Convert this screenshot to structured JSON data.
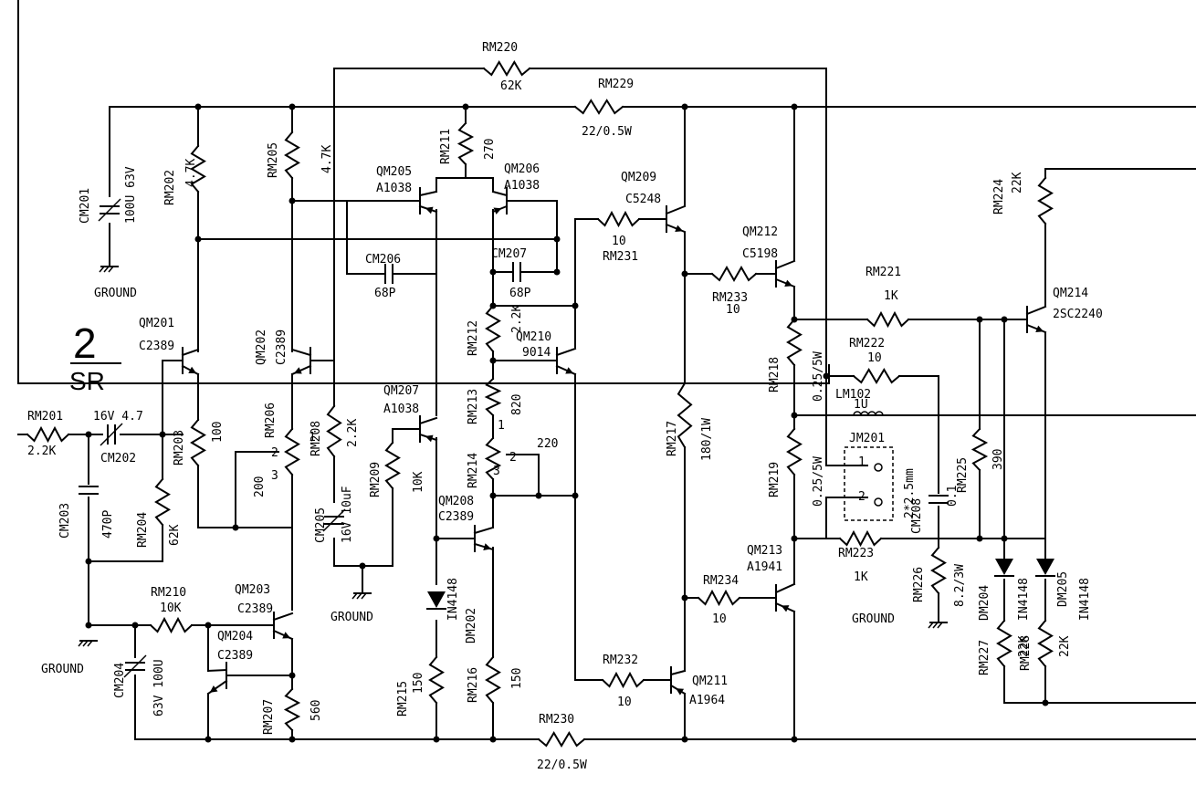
{
  "sheet": {
    "number": "2",
    "channel": "SR"
  },
  "resistors": [
    {
      "ref": "RM201",
      "value": "2.2K"
    },
    {
      "ref": "RM202",
      "value": "4.7K"
    },
    {
      "ref": "RM203",
      "value": "100"
    },
    {
      "ref": "RM204",
      "value": "62K"
    },
    {
      "ref": "RM205",
      "value": "4.7K"
    },
    {
      "ref": "RM206",
      "value": "200"
    },
    {
      "ref": "RM207",
      "value": "560"
    },
    {
      "ref": "RM208",
      "value": "2.2K"
    },
    {
      "ref": "RM209",
      "value": "10K"
    },
    {
      "ref": "RM210",
      "value": "10K"
    },
    {
      "ref": "RM211",
      "value": "270"
    },
    {
      "ref": "RM212",
      "value": "2.2K"
    },
    {
      "ref": "RM213",
      "value": "820"
    },
    {
      "ref": "RM214",
      "value": "220"
    },
    {
      "ref": "RM215",
      "value": "150"
    },
    {
      "ref": "RM216",
      "value": "150"
    },
    {
      "ref": "RM217",
      "value": "180/1W"
    },
    {
      "ref": "RM218",
      "value": "0.25/5W"
    },
    {
      "ref": "RM219",
      "value": "0.25/5W"
    },
    {
      "ref": "RM220",
      "value": "62K"
    },
    {
      "ref": "RM221",
      "value": "1K"
    },
    {
      "ref": "RM222",
      "value": "10"
    },
    {
      "ref": "RM223",
      "value": "1K"
    },
    {
      "ref": "RM224",
      "value": "22K"
    },
    {
      "ref": "RM225",
      "value": "390"
    },
    {
      "ref": "RM226",
      "value": "8.2/3W"
    },
    {
      "ref": "RM227",
      "value": "22K"
    },
    {
      "ref": "RM228",
      "value": "22K"
    },
    {
      "ref": "RM229",
      "value": "22/0.5W"
    },
    {
      "ref": "RM230",
      "value": "22/0.5W"
    },
    {
      "ref": "RM231",
      "value": "10"
    },
    {
      "ref": "RM232",
      "value": "10"
    },
    {
      "ref": "RM233",
      "value": "10"
    },
    {
      "ref": "RM234",
      "value": "10"
    }
  ],
  "capacitors": [
    {
      "ref": "CM201",
      "value": "100U 63V"
    },
    {
      "ref": "CM202",
      "value": "16V 4.7"
    },
    {
      "ref": "CM203",
      "value": "470P"
    },
    {
      "ref": "CM204",
      "value": "63V 100U"
    },
    {
      "ref": "CM205",
      "value": "16V 10uF"
    },
    {
      "ref": "CM206",
      "value": "68P"
    },
    {
      "ref": "CM207",
      "value": "68P"
    },
    {
      "ref": "CM208",
      "value": "0.1"
    }
  ],
  "transistors": [
    {
      "ref": "QM201",
      "part": "C2389"
    },
    {
      "ref": "QM202",
      "part": "C2389"
    },
    {
      "ref": "QM203",
      "part": "C2389"
    },
    {
      "ref": "QM204",
      "part": "C2389"
    },
    {
      "ref": "QM205",
      "part": "A1038"
    },
    {
      "ref": "QM206",
      "part": "A1038"
    },
    {
      "ref": "QM207",
      "part": "A1038"
    },
    {
      "ref": "QM208",
      "part": "C2389"
    },
    {
      "ref": "QM209",
      "part": "C5248"
    },
    {
      "ref": "QM210",
      "part": "9014"
    },
    {
      "ref": "QM211",
      "part": "A1964"
    },
    {
      "ref": "QM212",
      "part": "C5198"
    },
    {
      "ref": "QM213",
      "part": "A1941"
    },
    {
      "ref": "QM214",
      "part": "2SC2240"
    }
  ],
  "diodes": [
    {
      "ref": "DM202",
      "part": "IN4148"
    },
    {
      "ref": "DM204",
      "part": "IN4148"
    },
    {
      "ref": "DM205",
      "part": "IN4148"
    }
  ],
  "inductor": {
    "ref": "LM102",
    "value": "1U"
  },
  "jumper": {
    "ref": "JM201",
    "size": "2*2.5mm",
    "pin1": "1",
    "pin2": "2"
  },
  "ground_label": "GROUND",
  "pot_pins": {
    "p1": "1",
    "p2": "2",
    "p3": "3"
  }
}
